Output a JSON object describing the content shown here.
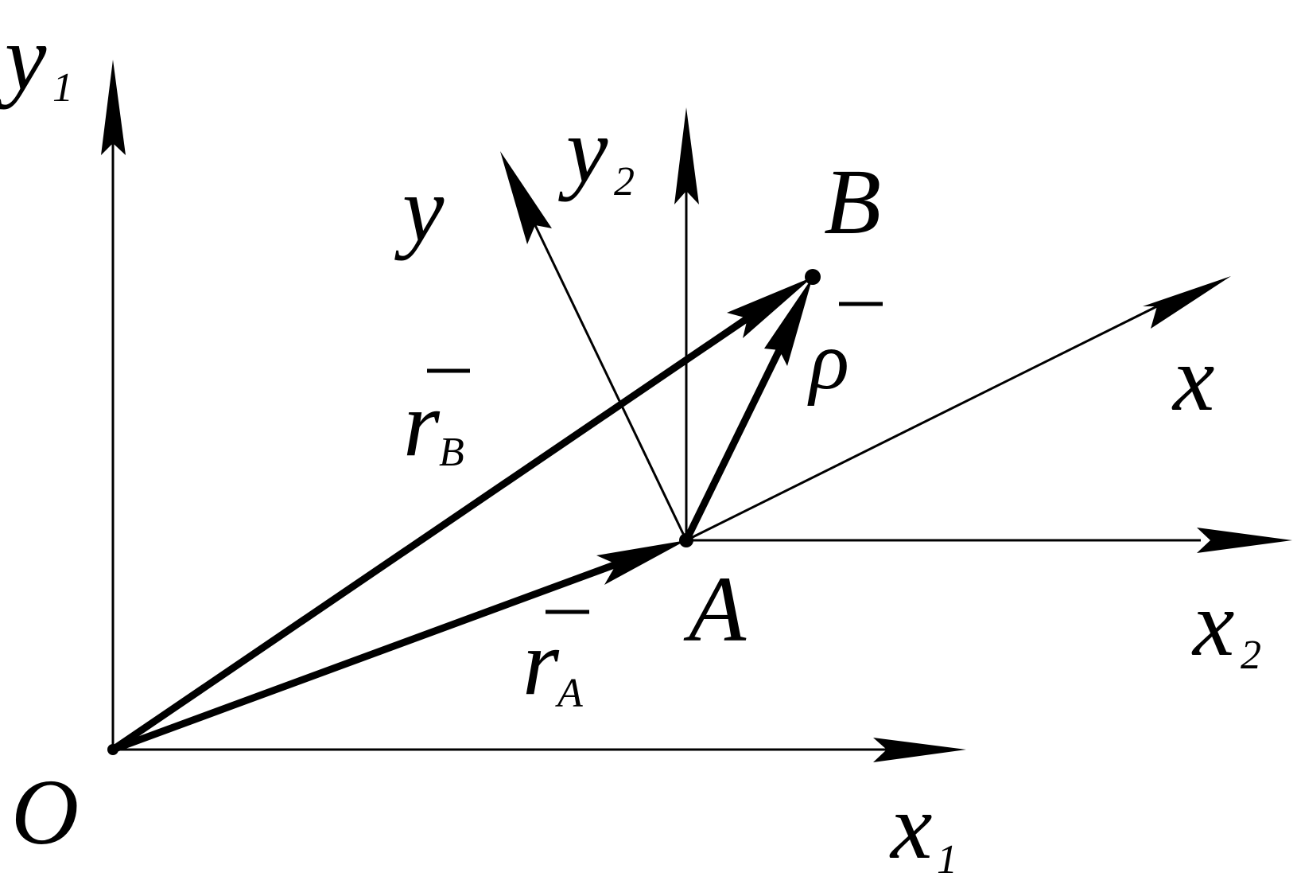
{
  "diagram": {
    "frames": {
      "fixed": {
        "origin": "O",
        "x_axis": "x",
        "x_sub": "1",
        "y_axis": "y",
        "y_sub": "1"
      },
      "translating": {
        "origin": "A",
        "x_axis": "x",
        "x_sub": "2",
        "y_axis": "y",
        "y_sub": "2"
      },
      "rotating": {
        "x_axis": "x",
        "y_axis": "y"
      }
    },
    "points": {
      "O": "O",
      "A": "A",
      "B": "B"
    },
    "vectors": {
      "r_A": {
        "symbol": "r",
        "sub": "A"
      },
      "r_B": {
        "symbol": "r",
        "sub": "B"
      },
      "rho": {
        "symbol": "ρ"
      }
    },
    "colors": {
      "ink": "#000000",
      "paper": "#ffffff"
    }
  }
}
